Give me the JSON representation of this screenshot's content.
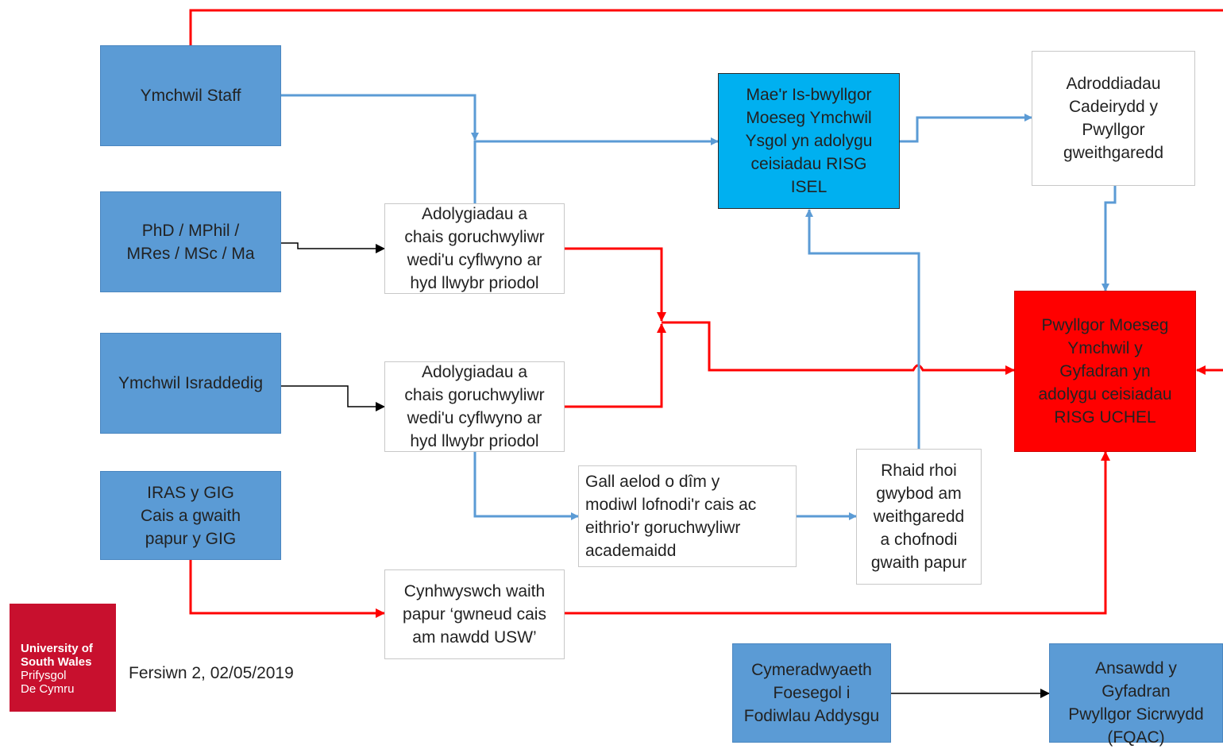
{
  "boxes": {
    "staff": "Ymchwil Staff",
    "phd": "PhD / MPhil /\nMRes / MSc / Ma",
    "undergrad": "Ymchwil Israddedig",
    "iras": "IRAS y GIG\nCais a gwaith\npapur y GIG",
    "review1": "Adolygiadau a\nchais goruchwyliwr\nwedi'u cyflwyno ar\nhyd llwybr priodol",
    "review2": "Adolygiadau a\nchais goruchwyliwr\nwedi'u cyflwyno ar\nhyd llwybr priodol",
    "sponsorship": "Cynhwyswch waith\npapur ‘gwneud cais\nam nawdd USW’",
    "module": "Gall aelod o dîm y\nmodiwl lofnodi'r cais ac\neithrio'r goruchwyliwr\nacademaidd",
    "inform": "Rhaid rhoi\ngwybod am\nweithgaredd\na chofnodi\ngwaith papur",
    "low_risk": "Mae'r Is-bwyllgor\nMoeseg Ymchwil\nYsgol yn adolygu\nceisiadau RISG\nISEL",
    "chair_reports": "Adroddiadau\nCadeirydd y\nPwyllgor\ngweithgaredd",
    "high_risk": "Pwyllgor Moeseg\nYmchwil y\nGyfadran yn\nadolygu ceisiadau\nRISG UCHEL",
    "ethical_approval": "Cymeradwyaeth\nFoesegol i\nFodiwlau Addysgu",
    "fqac": "Ansawdd y\nGyfadran\nPwyllgor Sicrwydd\n(FQAC)"
  },
  "logo": {
    "line1": "University of",
    "line2": "South Wales",
    "line3": "Prifysgol",
    "line4": "De Cymru"
  },
  "version": "Fersiwn 2, 02/05/2019",
  "colors": {
    "blue_box": "#5b9bd5",
    "cyan_box": "#00b0f0",
    "red_box": "#ff0000",
    "blue_line": "#5b9bd5",
    "red_line": "#ff0000",
    "black_line": "#000000",
    "logo_bg": "#c8102e"
  }
}
